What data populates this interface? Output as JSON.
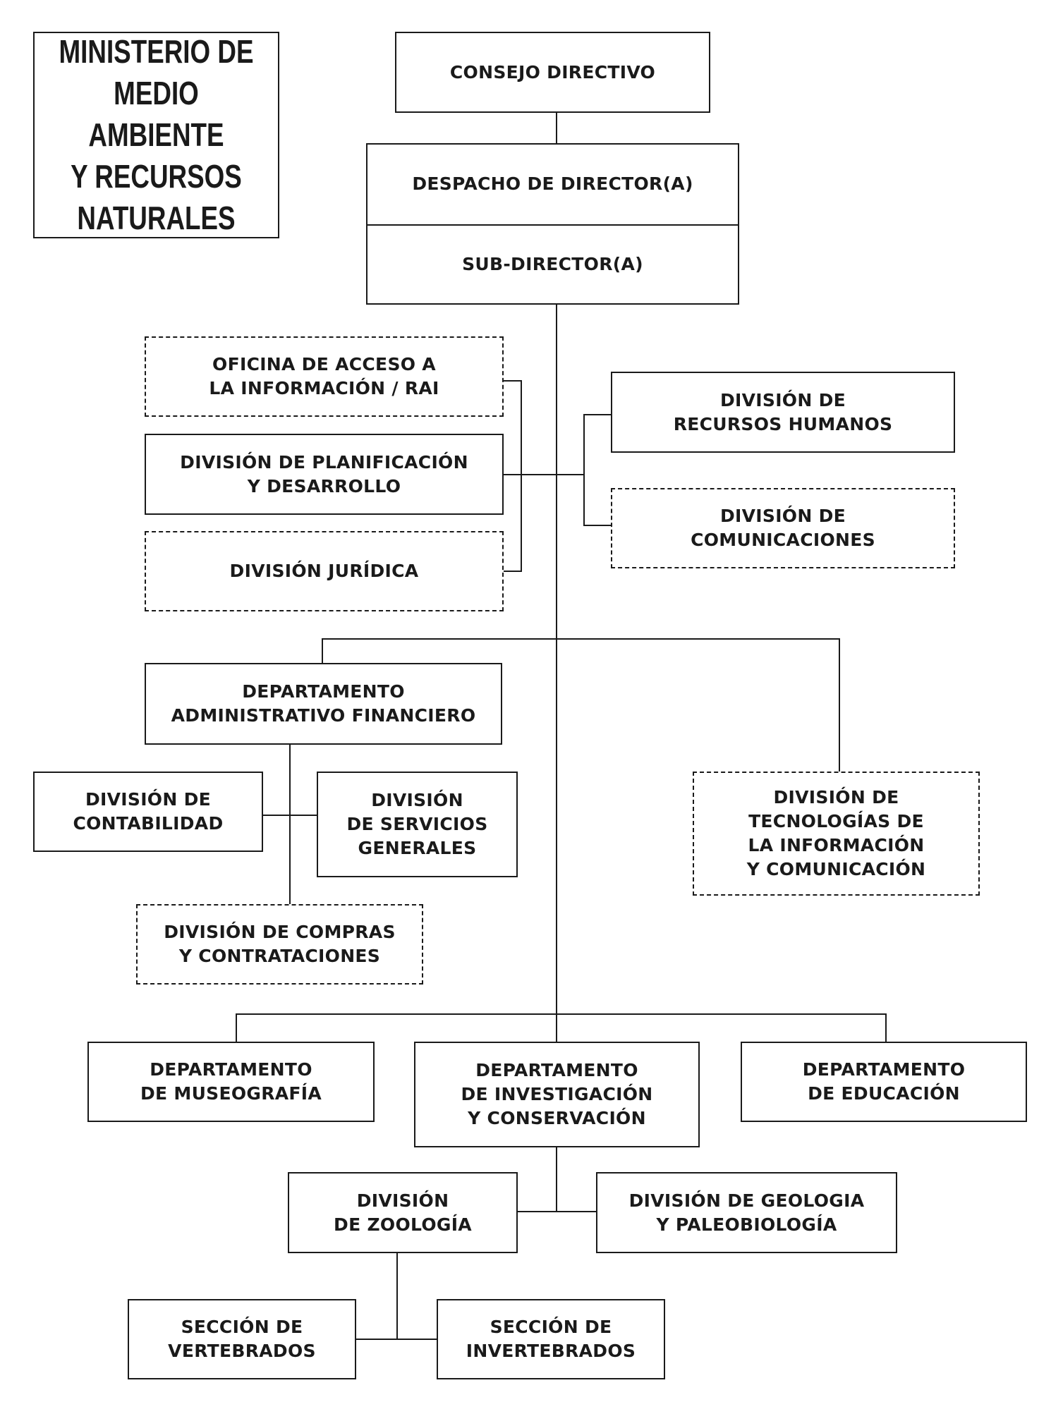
{
  "title": "MINISTERIO DE\nMEDIO AMBIENTE\nY RECURSOS\nNATURALES",
  "nodes": {
    "consejo": "CONSEJO DIRECTIVO",
    "despacho": "DESPACHO DE DIRECTOR(A)",
    "subdirector": "SUB-DIRECTOR(A)",
    "oficina_acceso": "OFICINA DE ACCESO A\nLA INFORMACIÓN / RAI",
    "planificacion": "DIVISIÓN DE PLANIFICACIÓN\nY DESARROLLO",
    "juridica": "DIVISIÓN JURÍDICA",
    "recursos_humanos": "DIVISIÓN DE\nRECURSOS HUMANOS",
    "comunicaciones": "DIVISIÓN DE\nCOMUNICACIONES",
    "admin_financiero": "DEPARTAMENTO\nADMINISTRATIVO FINANCIERO",
    "contabilidad": "DIVISIÓN DE\nCONTABILIDAD",
    "servicios_generales": "DIVISIÓN\nDE SERVICIOS\nGENERALES",
    "compras": "DIVISIÓN DE COMPRAS\nY CONTRATACIONES",
    "tecnologias": "DIVISIÓN DE\nTECNOLOGÍAS DE\nLA INFORMACIÓN\nY COMUNICACIÓN",
    "museografia": "DEPARTAMENTO\nDE MUSEOGRAFÍA",
    "investigacion": "DEPARTAMENTO\nDE INVESTIGACIÓN\nY CONSERVACIÓN",
    "educacion": "DEPARTAMENTO\nDE EDUCACIÓN",
    "zoologia": "DIVISIÓN\nDE ZOOLOGÍA",
    "geologia": "DIVISIÓN DE GEOLOGIA\nY PALEOBIOLOGÍA",
    "vertebrados": "SECCIÓN DE\nVERTEBRADOS",
    "invertebrados": "SECCIÓN DE\nINVERTEBRADOS"
  },
  "colors": {
    "line": "#1a1a1a",
    "background": "#ffffff"
  }
}
